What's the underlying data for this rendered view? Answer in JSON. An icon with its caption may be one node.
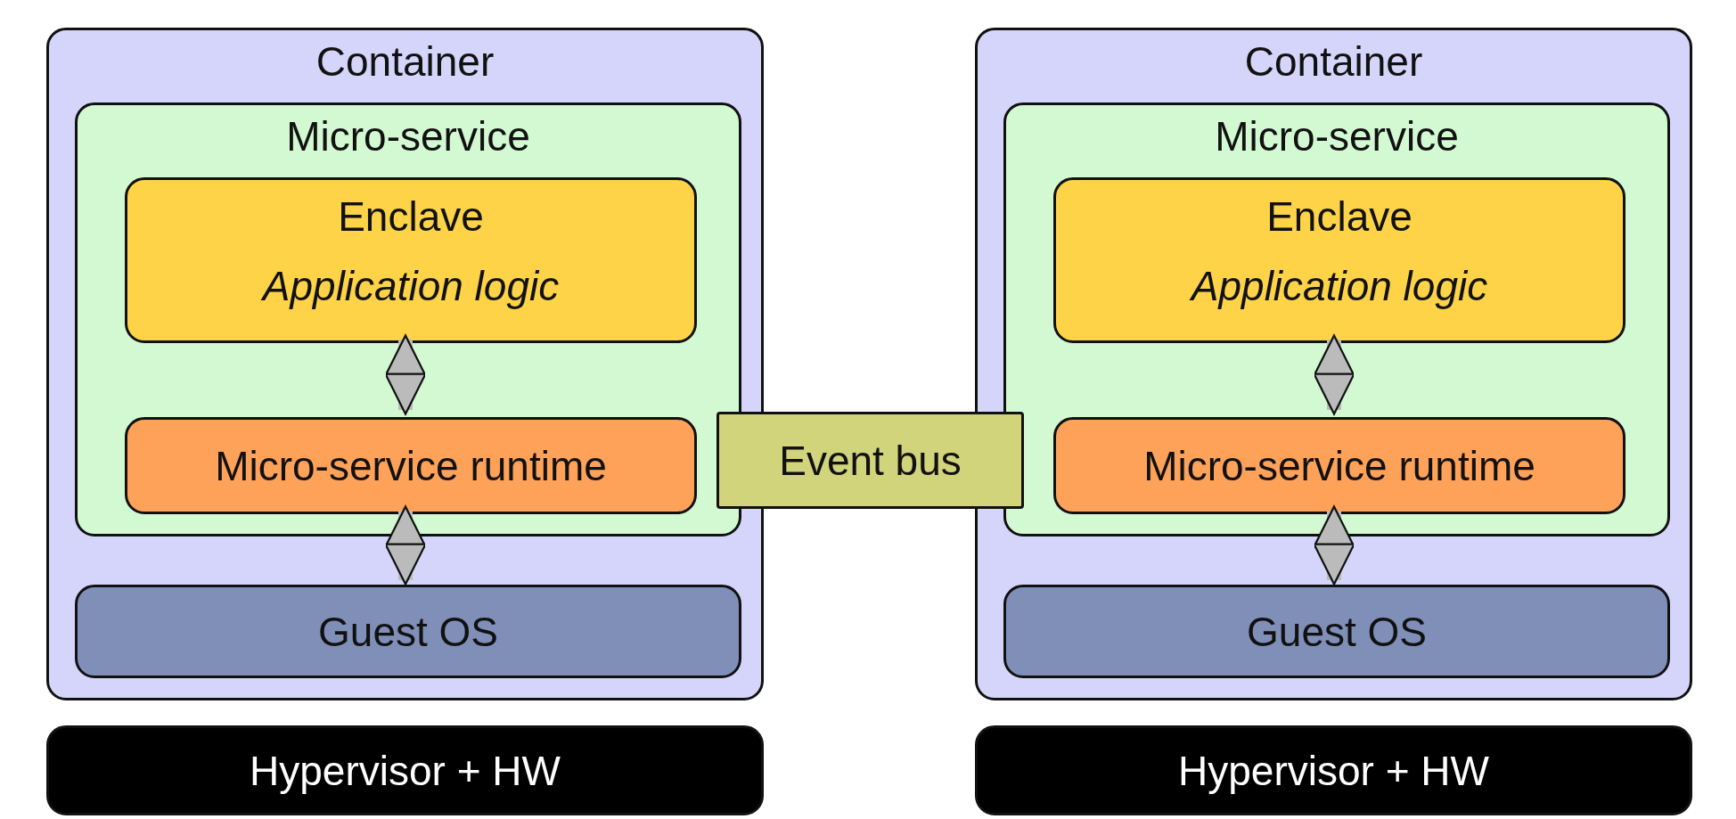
{
  "diagram": {
    "nodes": [
      {
        "text": [
          "Container"
        ]
      },
      {
        "text": [
          "Micro-service"
        ],
        "in": 0
      },
      {
        "text": [
          "Enclave",
          "Application logic"
        ],
        "in": 1
      },
      {
        "text": [
          "Micro-service runtime"
        ],
        "in": 1
      },
      {
        "text": [
          "Guest OS"
        ],
        "in": 0
      },
      {
        "text": [
          "Event bus"
        ]
      },
      {
        "text": [
          "Container"
        ]
      },
      {
        "text": [
          "Micro-service"
        ],
        "in": 6
      },
      {
        "text": [
          "Enclave",
          "Application logic"
        ],
        "in": 7
      },
      {
        "text": [
          "Micro-service runtime"
        ],
        "in": 7
      },
      {
        "text": [
          "Guest OS"
        ],
        "in": 6
      },
      {
        "text": [
          "Hypervisor + HW"
        ]
      },
      {
        "text": [
          "Hypervisor + HW"
        ]
      }
    ],
    "edges": [
      {
        "from": 2,
        "to": 3,
        "arrow": "both"
      },
      {
        "from": 3,
        "to": 4,
        "arrow": "both"
      },
      {
        "from": 8,
        "to": 9,
        "arrow": "both"
      },
      {
        "from": 9,
        "to": 10,
        "arrow": "both"
      }
    ]
  }
}
